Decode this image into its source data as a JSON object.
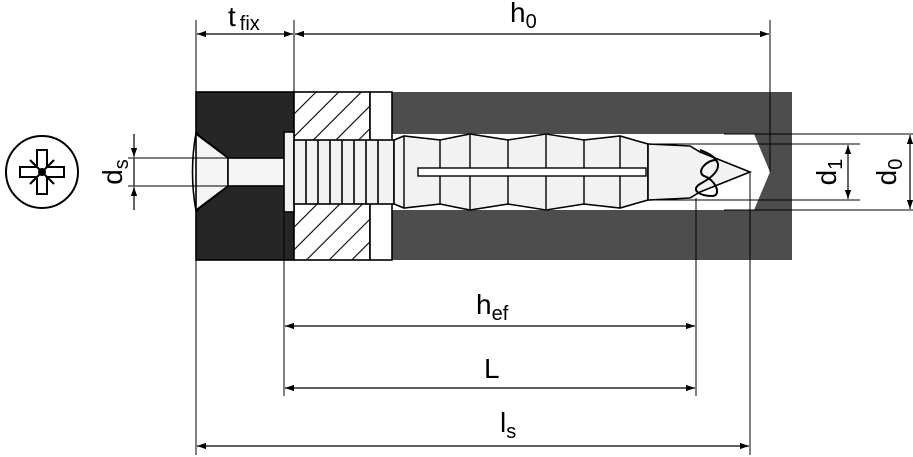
{
  "labels": {
    "t_fix": {
      "main": "t",
      "sub": "fix"
    },
    "h_0": {
      "main": "h",
      "sub": "0"
    },
    "d_s": {
      "main": "d",
      "sub": "s"
    },
    "d_1": {
      "main": "d",
      "sub": "1"
    },
    "d_0": {
      "main": "d",
      "sub": "0"
    },
    "h_ef": {
      "main": "h",
      "sub": "ef"
    },
    "L": {
      "main": "L"
    },
    "l_s": {
      "main": "l",
      "sub": "s"
    }
  },
  "colors": {
    "base_material": "#4d4d4d",
    "fixture_dark": "#262626",
    "drill_hole": "#ffffff",
    "line": "#000000",
    "plug_fill": "#f2f2f2"
  },
  "icons": {
    "head_symbol": "pozidriv-cross-icon"
  }
}
